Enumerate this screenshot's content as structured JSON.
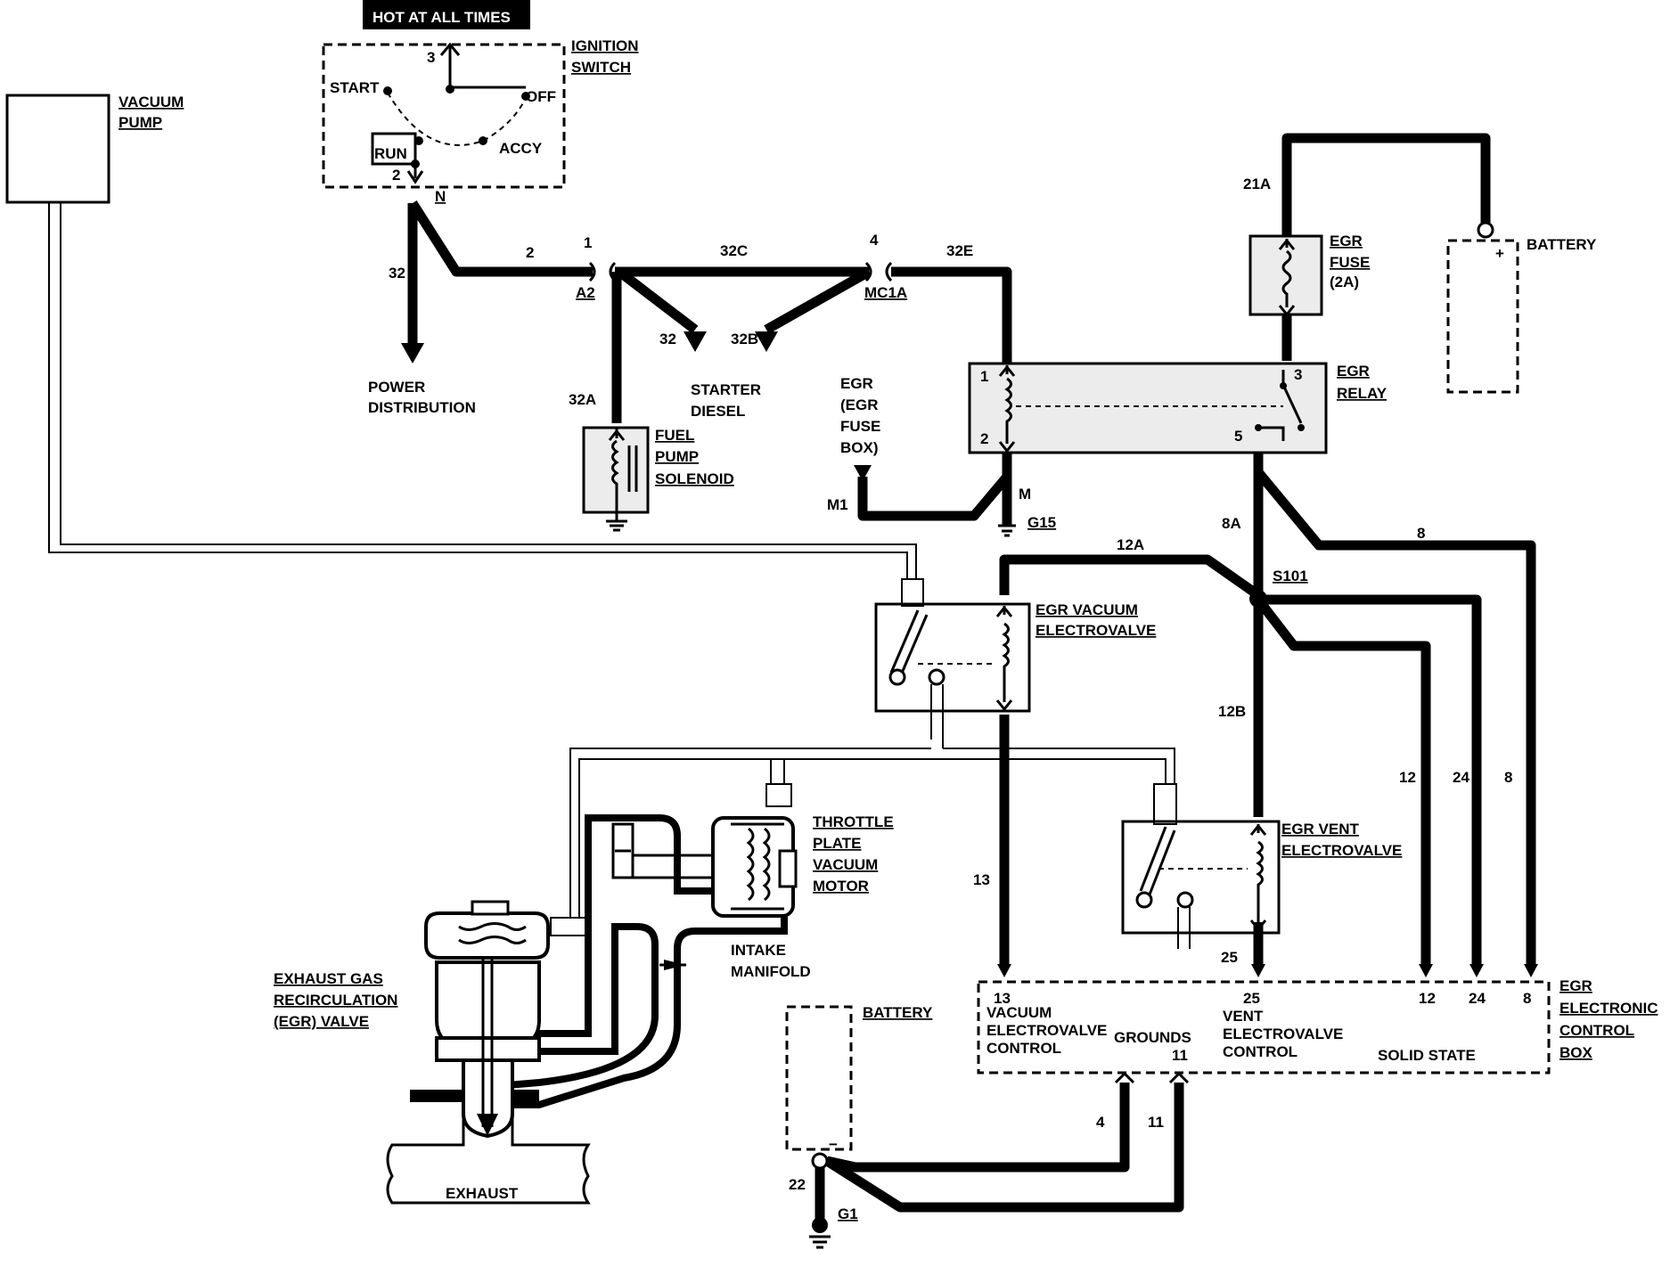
{
  "labels": {
    "hot_at_all_times": "HOT AT ALL TIMES",
    "ignition_switch_1": "IGNITION",
    "ignition_switch_2": "SWITCH",
    "start": "START",
    "run": "RUN",
    "off": "OFF",
    "accy": "ACCY",
    "pos3": "3",
    "pos2": "2",
    "n": "N",
    "vacuum_pump_1": "VACUUM",
    "vacuum_pump_2": "PUMP",
    "battery_top": "BATTERY",
    "battery_plus": "+",
    "egr_fuse_1": "EGR",
    "egr_fuse_2": "FUSE",
    "egr_fuse_3": "(2A)",
    "egr_relay_1": "EGR",
    "egr_relay_2": "RELAY",
    "relay_pin1": "1",
    "relay_pin2": "2",
    "relay_pin3": "3",
    "relay_pin5": "5",
    "power_distribution_1": "POWER",
    "power_distribution_2": "DISTRIBUTION",
    "starter_diesel_1": "STARTER",
    "starter_diesel_2": "DIESEL",
    "fuel_pump_1": "FUEL",
    "fuel_pump_2": "PUMP",
    "fuel_pump_3": "SOLENOID",
    "egr_fuse_box_1": "EGR",
    "egr_fuse_box_2": "(EGR",
    "egr_fuse_box_3": "FUSE",
    "egr_fuse_box_4": "BOX)",
    "m1": "M1",
    "m": "M",
    "g15": "G15",
    "s101": "S101",
    "egr_vacuum_ev_1": "EGR VACUUM",
    "egr_vacuum_ev_2": "ELECTROVALVE",
    "egr_vent_ev_1": "EGR VENT",
    "egr_vent_ev_2": "ELECTROVALVE",
    "throttle_1": "THROTTLE",
    "throttle_2": "PLATE",
    "throttle_3": "VACUUM",
    "throttle_4": "MOTOR",
    "intake_1": "INTAKE",
    "intake_2": "MANIFOLD",
    "egr_valve_1": "EXHAUST GAS",
    "egr_valve_2": "RECIRCULATION",
    "egr_valve_3": "(EGR) VALVE",
    "exhaust": "EXHAUST",
    "battery_bottom": "BATTERY",
    "battery_minus": "−",
    "g1": "G1",
    "ecb_1": "EGR",
    "ecb_2": "ELECTRONIC",
    "ecb_3": "CONTROL",
    "ecb_4": "BOX",
    "vacuum_ev_control_1": "VACUUM",
    "vacuum_ev_control_2": "ELECTROVALVE",
    "vacuum_ev_control_3": "CONTROL",
    "grounds": "GROUNDS",
    "vent_ev_control_1": "VENT",
    "vent_ev_control_2": "ELECTROVALVE",
    "vent_ev_control_3": "CONTROL",
    "solid_state": "SOLID STATE"
  },
  "wires": {
    "w32_left": "32",
    "w2": "2",
    "w32c": "32C",
    "w32e": "32E",
    "w32_starter": "32",
    "w32b": "32B",
    "w32a": "32A",
    "w21a": "21A",
    "w12a": "12A",
    "w8a": "8A",
    "w8_top": "8",
    "w12b": "12B",
    "w12": "12",
    "w24": "24",
    "w8": "8",
    "w13": "13",
    "w25": "25",
    "w4": "4",
    "w11": "11",
    "w22": "22"
  },
  "connectors": {
    "c1": "1",
    "a2": "A2",
    "c4": "4",
    "mc1a": "MC1A"
  },
  "ecb_pins": {
    "p13": "13",
    "p25": "25",
    "p12": "12",
    "p24": "24",
    "p8": "8",
    "p11": "11"
  }
}
